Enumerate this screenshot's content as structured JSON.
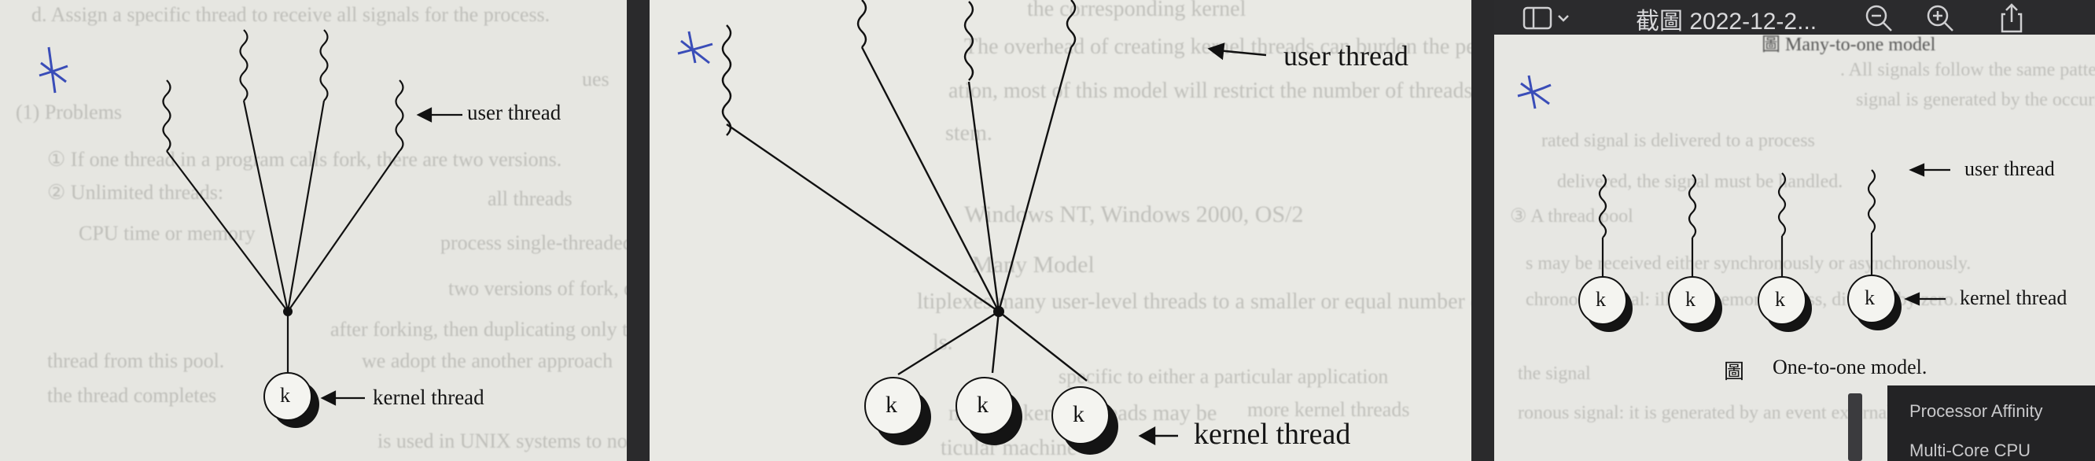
{
  "panel1": {
    "user_thread_label": "user thread",
    "kernel_thread_label": "kernel thread",
    "k_label": "k",
    "bg_lines": [
      "d. Assign a specific thread to receive all signals for the process.",
      "ues",
      "(1) Problems",
      "① If one thread in a program calls fork, there are two versions.",
      "② Unlimited threads:",
      "all threads",
      "CPU time or memory",
      "process single-threaded",
      "two versions of fork, depending on the application. If exec",
      "after forking, then duplicating only the calling thread is app",
      "thread from this pool.",
      "we adopt the another approach",
      "the thread completes",
      "is used in UNIX systems to notify a process that a particular e"
    ]
  },
  "panel2": {
    "user_thread_label": "user thread",
    "kernel_thread_label": "kernel thread",
    "k_label": "k",
    "bg_lines": [
      "the corresponding kernel",
      "The overhead of creating kernel threads can burden the performance",
      "ation, most of this model will restrict the number of threads supported by",
      "stem.",
      "Windows NT, Windows 2000, OS/2",
      "Many Model",
      "ltiplexes many user-level threads to a smaller or equal number of kern",
      "ls.",
      "specific to either a particular application",
      "mber of kernel threads may be",
      "ticular machine",
      "more kernel threads"
    ]
  },
  "panel3": {
    "toolbar": {
      "title": "截圖 2022-12-2..."
    },
    "user_thread_label": "user thread",
    "kernel_thread_label": "kernel thread",
    "k_label": "k",
    "caption_icon": "圖",
    "caption": "One-to-one model.",
    "top_caption": "圖   Many-to-one model",
    "bg_lines": [
      ". All signals follow the same pattern:",
      "signal is generated by the occurrence of particular event",
      "rated signal is delivered to a process",
      "delivered, the signal must be handled.",
      "③ A thread pool",
      "s may be received either synchronously or asynchronously.",
      "chronous signal: illegal memory access, division by zero.",
      "the signal",
      "ronous signal: it is generated by an event external"
    ],
    "sidebar": {
      "items": [
        "Processor Affinity",
        "Multi-Core CPU"
      ]
    }
  }
}
